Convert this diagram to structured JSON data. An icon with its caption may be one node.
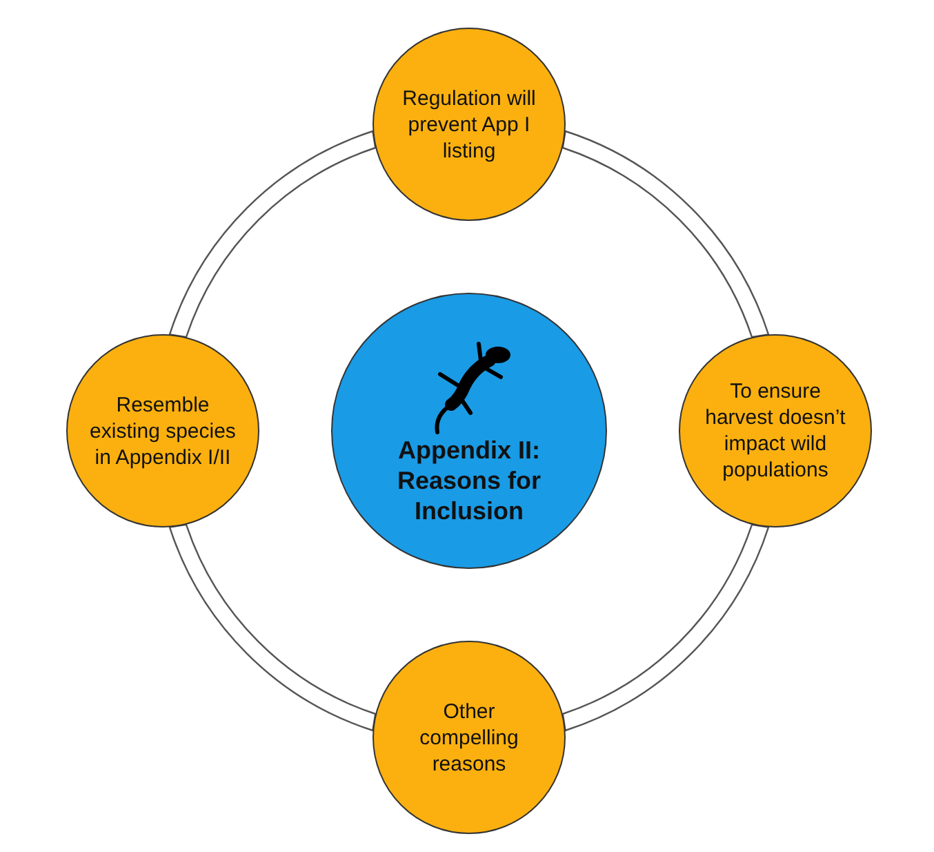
{
  "diagram": {
    "nodes": [
      {
        "text": [
          "Appendix II: Reasons for Inclusion"
        ]
      },
      {
        "text": [
          "Regulation will prevent App I listing"
        ]
      },
      {
        "text": [
          "To ensure harvest doesn’t impact wild populations"
        ]
      },
      {
        "text": [
          "Other compelling reasons"
        ]
      },
      {
        "text": [
          "Resemble existing species in Appendix I/II"
        ]
      }
    ],
    "edges": [
      {
        "from": 1,
        "to": 2,
        "arrow": "none"
      },
      {
        "from": 2,
        "to": 3,
        "arrow": "none"
      },
      {
        "from": 3,
        "to": 4,
        "arrow": "none"
      },
      {
        "from": 4,
        "to": 1,
        "arrow": "none"
      }
    ]
  }
}
